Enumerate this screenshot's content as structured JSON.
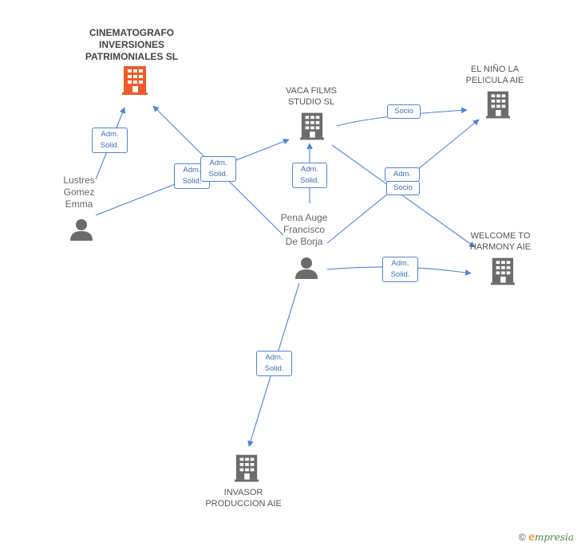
{
  "companies": {
    "cinematografo": {
      "name": "CINEMATOGRAFO INVERSIONES PATRIMONIALES SL",
      "lines": [
        "CINEMATOGRAFO",
        "INVERSIONES",
        "PATRIMONIALES SL"
      ],
      "color": "#f05a28"
    },
    "vaca_films": {
      "name": "VACA FILMS STUDIO SL",
      "lines": [
        "VACA FILMS",
        "STUDIO SL"
      ],
      "color": "#6b6b6b"
    },
    "el_nino": {
      "name": "EL NIÑO LA PELICULA AIE",
      "lines": [
        "EL NIÑO LA",
        "PELICULA AIE"
      ],
      "color": "#6b6b6b"
    },
    "welcome": {
      "name": "WELCOME TO HARMONY AIE",
      "lines": [
        "WELCOME TO",
        "HARMONY AIE"
      ],
      "color": "#6b6b6b"
    },
    "invasor": {
      "name": "INVASOR PRODUCCION AIE",
      "lines": [
        "INVASOR",
        "PRODUCCION AIE"
      ],
      "color": "#6b6b6b"
    }
  },
  "persons": {
    "lustres": {
      "name": "Lustres Gomez Emma",
      "lines": [
        "Lustres",
        "Gomez",
        "Emma"
      ]
    },
    "pena": {
      "name": "Pena Auge Francisco De Borja",
      "lines": [
        "Pena Auge",
        "Francisco",
        "De Borja"
      ]
    }
  },
  "relations": {
    "adm_line1": "Adm.",
    "adm_line2": "Solid.",
    "socio": "Socio"
  },
  "edges": [
    {
      "from": "lustres",
      "to": "cinematografo",
      "label": "Adm. Solid."
    },
    {
      "from": "lustres",
      "to": "vaca_films",
      "label": "Adm. Solid."
    },
    {
      "from": "pena",
      "to": "cinematografo",
      "label": "Adm. Solid."
    },
    {
      "from": "pena",
      "to": "vaca_films",
      "label": "Adm. Solid."
    },
    {
      "from": "pena",
      "to": "el_nino",
      "label": "Adm. Solid."
    },
    {
      "from": "pena",
      "to": "welcome",
      "label": "Adm. Solid."
    },
    {
      "from": "pena",
      "to": "invasor",
      "label": "Adm. Solid."
    },
    {
      "from": "vaca_films",
      "to": "el_nino",
      "label": "Socio"
    },
    {
      "from": "vaca_films",
      "to": "welcome",
      "label": "Socio"
    }
  ],
  "colors": {
    "edge": "#4a86d6",
    "person_icon": "#6b6b6b"
  },
  "brand": {
    "copyright": "©",
    "e": "e",
    "rest": "mpresia"
  }
}
